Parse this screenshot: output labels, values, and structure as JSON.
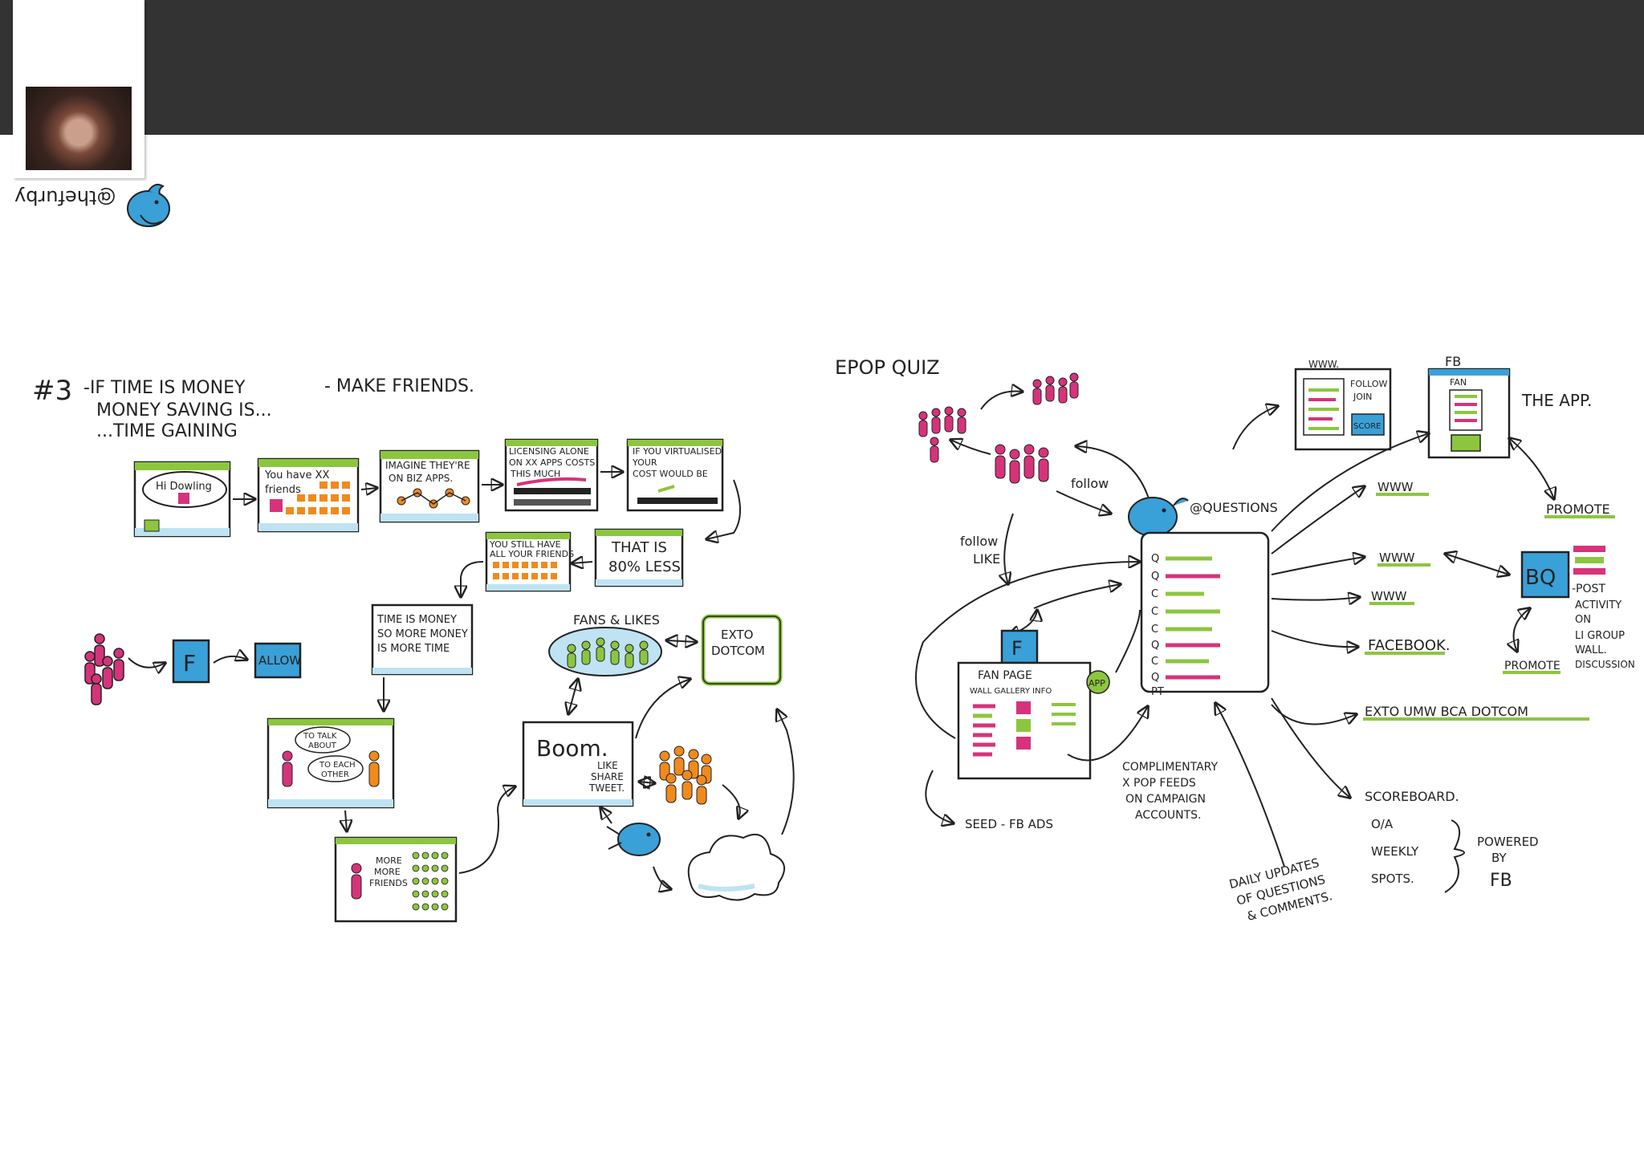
{
  "header": {
    "handle": "@thefurby"
  },
  "left_board": {
    "title_number": "#3",
    "title_line1": "-IF TIME IS MONEY",
    "title_line2": "MONEY SAVING IS...",
    "title_line3": "...TIME GAINING",
    "make_friends": "- MAKE FRIENDS.",
    "screen1": "Hi Dowling",
    "screen2a": "You have XX",
    "screen2b": "friends",
    "screen3a": "IMAGINE THEY'RE",
    "screen3b": "ON BIZ APPS.",
    "screen4a": "LICENSING ALONE",
    "screen4b": "ON XX APPS COSTS",
    "screen4c": "THIS MUCH",
    "screen5a": "IF YOU VIRTUALISED",
    "screen5b": "YOUR",
    "screen5c": "COST WOULD BE",
    "screen6a": "THAT IS",
    "screen6b": "80% LESS",
    "screen7a": "YOU STILL HAVE",
    "screen7b": "ALL YOUR FRIENDS",
    "screen8a": "TIME IS MONEY",
    "screen8b": "SO MORE MONEY",
    "screen8c": "IS MORE TIME",
    "allow": "ALLOW",
    "f_letter": "F",
    "bubble1a": "TO TALK",
    "bubble1b": "ABOUT",
    "bubble2a": "TO EACH",
    "bubble2b": "OTHER",
    "more_friends_a": "MORE",
    "more_friends_b": "MORE",
    "more_friends_c": "FRIENDS",
    "boom": "Boom.",
    "boom_sub1": "LIKE",
    "boom_sub2": "SHARE",
    "boom_sub3": "TWEET.",
    "fans_likes": "FANS & LIKES",
    "exto_a": "EXTO",
    "exto_b": "DOTCOM"
  },
  "right_board": {
    "title": "EPOP QUIZ",
    "follow1": "follow",
    "follow2": "follow",
    "like": "LIKE",
    "questions": "@QUESTIONS",
    "www_left": "WWW.",
    "follow_join_a": "FOLLOW",
    "follow_join_b": "JOIN",
    "score": "SCORE",
    "fb_label": "FB",
    "fan_small": "FAN",
    "the_app": "THE APP.",
    "promote1": "PROMOTE",
    "www1": "WWW",
    "www2": "WWW",
    "www3": "WWW",
    "bq": "BQ",
    "post_a": "-POST",
    "post_b": "ACTIVITY",
    "post_c": "ON",
    "post_d": "LI GROUP",
    "post_e": "WALL.",
    "post_f": "DISCUSSION",
    "promote2": "PROMOTE",
    "facebook": "FACEBOOK.",
    "f_letter": "F",
    "fan_page": "FAN PAGE",
    "tabs": "WALL  GALLERY  INFO",
    "app": "APP",
    "exto_url": "EXTO  UMW  BCA  DOTCOM",
    "complimentary_a": "COMPLIMENTARY",
    "complimentary_b": "X POP FEEDS",
    "complimentary_c": "ON CAMPAIGN",
    "complimentary_d": "ACCOUNTS.",
    "seed": "SEED - FB ADS",
    "scoreboard": "SCOREBOARD.",
    "oa": "O/A",
    "weekly": "WEEKLY",
    "spots": "SPOTS.",
    "powered": "POWERED",
    "by": "BY",
    "fb": "FB",
    "daily_a": "DAILY UPDATES",
    "daily_b": "OF QUESTIONS",
    "daily_c": "& COMMENTS.",
    "q_marks": [
      "Q",
      "Q",
      "C",
      "C",
      "C",
      "Q",
      "C",
      "Q",
      "PT"
    ]
  },
  "colors": {
    "topbar": "#333333",
    "ink": "#222222",
    "green": "#8cc63f",
    "blue": "#3aa0d8",
    "pink": "#d6337a",
    "orange": "#f08a1c",
    "light_blue": "#bfe3f3"
  }
}
